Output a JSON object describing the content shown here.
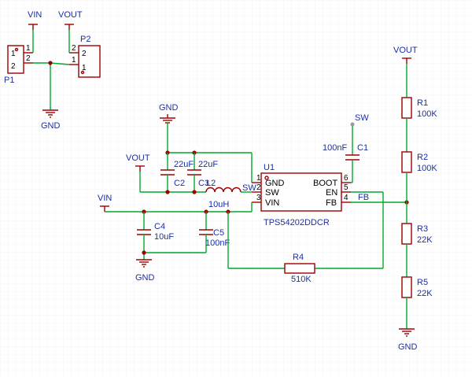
{
  "nets": {
    "vin": "VIN",
    "vout": "VOUT",
    "gnd": "GND",
    "sw": "SW",
    "fb": "FB"
  },
  "connectors": {
    "p1": {
      "ref": "P1",
      "pins": [
        "1",
        "2"
      ]
    },
    "p2": {
      "ref": "P2",
      "pins": [
        "2",
        "1"
      ]
    }
  },
  "ic": {
    "ref": "U1",
    "part": "TPS54202DDCR",
    "left_pins": [
      {
        "num": "1",
        "name": "GND"
      },
      {
        "num": "2",
        "name": "SW"
      },
      {
        "num": "3",
        "name": "VIN"
      }
    ],
    "right_pins": [
      {
        "num": "6",
        "name": "BOOT"
      },
      {
        "num": "5",
        "name": "EN"
      },
      {
        "num": "4",
        "name": "FB"
      }
    ]
  },
  "capacitors": {
    "c1": {
      "ref": "C1",
      "value": "100nF"
    },
    "c2": {
      "ref": "C2",
      "value": "22uF"
    },
    "c3": {
      "ref": "C3",
      "value": "22uF"
    },
    "c4": {
      "ref": "C4",
      "value": "10uF"
    },
    "c5": {
      "ref": "C5",
      "value": "100nF"
    }
  },
  "inductor": {
    "ref": "L2",
    "value": "10uH"
  },
  "resistors": {
    "r1": {
      "ref": "R1",
      "value": "100K"
    },
    "r2": {
      "ref": "R2",
      "value": "100K"
    },
    "r3": {
      "ref": "R3",
      "value": "22K"
    },
    "r4": {
      "ref": "R4",
      "value": "510K"
    },
    "r5": {
      "ref": "R5",
      "value": "22K"
    }
  },
  "colors": {
    "wire": "#00aa2b",
    "component": "#a00000",
    "label": "#1a2fa8",
    "grid": "#e6e6e6"
  }
}
